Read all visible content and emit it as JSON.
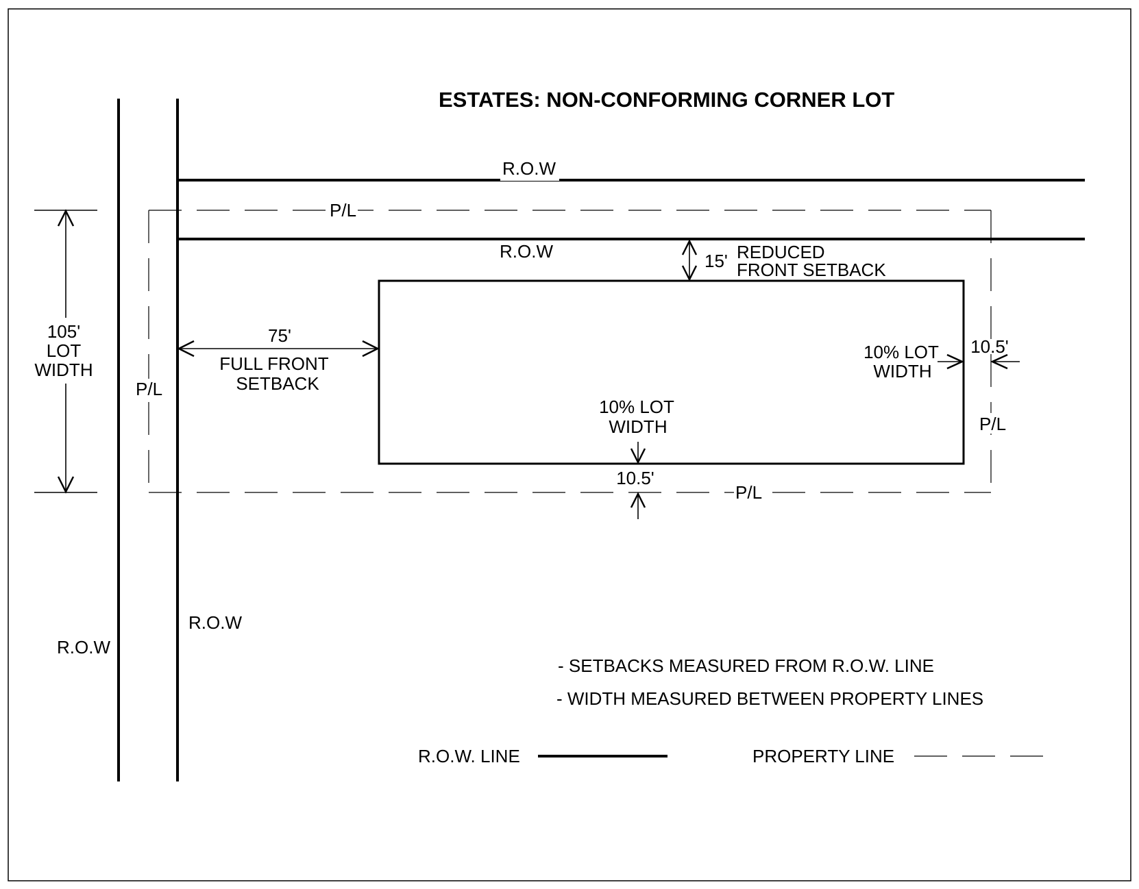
{
  "title": "ESTATES: NON-CONFORMING CORNER LOT",
  "labels": {
    "row_top": "R.O.W",
    "row_mid": "R.O.W",
    "row_inner_vertical": "R.O.W",
    "row_outer_vertical": "R.O.W",
    "pl_top": "P/L",
    "pl_left": "P/L",
    "pl_right": "P/L",
    "pl_bottom": "P/L",
    "lot_width_value": "105'",
    "lot_width_line1": "LOT",
    "lot_width_line2": "WIDTH",
    "reduced_setback_value": "15'",
    "reduced_setback_line1": "REDUCED",
    "reduced_setback_line2": "FRONT SETBACK",
    "full_setback_value": "75'",
    "full_setback_line1": "FULL FRONT",
    "full_setback_line2": "SETBACK",
    "side_setback_line1": "10% LOT",
    "side_setback_line2": "WIDTH",
    "side_setback_value": "10.5'",
    "rear_setback_line1": "10% LOT",
    "rear_setback_line2": "WIDTH",
    "rear_setback_value": "10.5'"
  },
  "notes": [
    "- SETBACKS MEASURED FROM R.O.W. LINE",
    "- WIDTH MEASURED BETWEEN PROPERTY LINES"
  ],
  "legend": {
    "row_line": "R.O.W. LINE",
    "property_line": "PROPERTY LINE"
  }
}
